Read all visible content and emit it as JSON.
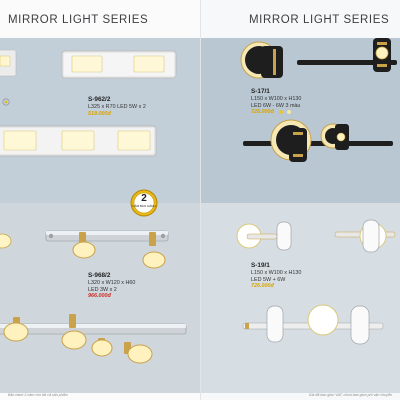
{
  "left_page": {
    "title": "MIRROR LIGHT SERIES",
    "products": [
      {
        "code": "S-962/2",
        "dims": "L325 x R70  LED  5W x 2",
        "price": "519.000đ"
      },
      {
        "code": "S-968/2",
        "dims": "L320 x W120 x H60",
        "power": "LED 3W x 2",
        "price": "966.000đ"
      }
    ],
    "badge_number": "2",
    "badge_caption": "NĂM BẢO HÀNH",
    "footer": "Bảo hành 2 năm cho tất cả sản phẩm"
  },
  "right_page": {
    "title": "MIRROR LIGHT SERIES",
    "products": [
      {
        "code": "S-17/1",
        "dims": "L150 x W100 x H130",
        "power": "LED 6W - 6W  3 màu",
        "price": "726.000đ"
      },
      {
        "code": "S-19/1",
        "dims": "L150 x W100 x H130",
        "power": "LED 5W + 6W",
        "price": "726.000đ"
      }
    ],
    "footer": "Giá đã bao gồm VAT, chưa bao gồm phí vận chuyển"
  },
  "colors": {
    "band_top": "#b9c7d2",
    "band_bottom": "#d7dee3",
    "price_gold": "#d9a400",
    "price_red": "#cf2d24",
    "gold": "#c9a24a",
    "black": "#1e1e1e"
  }
}
